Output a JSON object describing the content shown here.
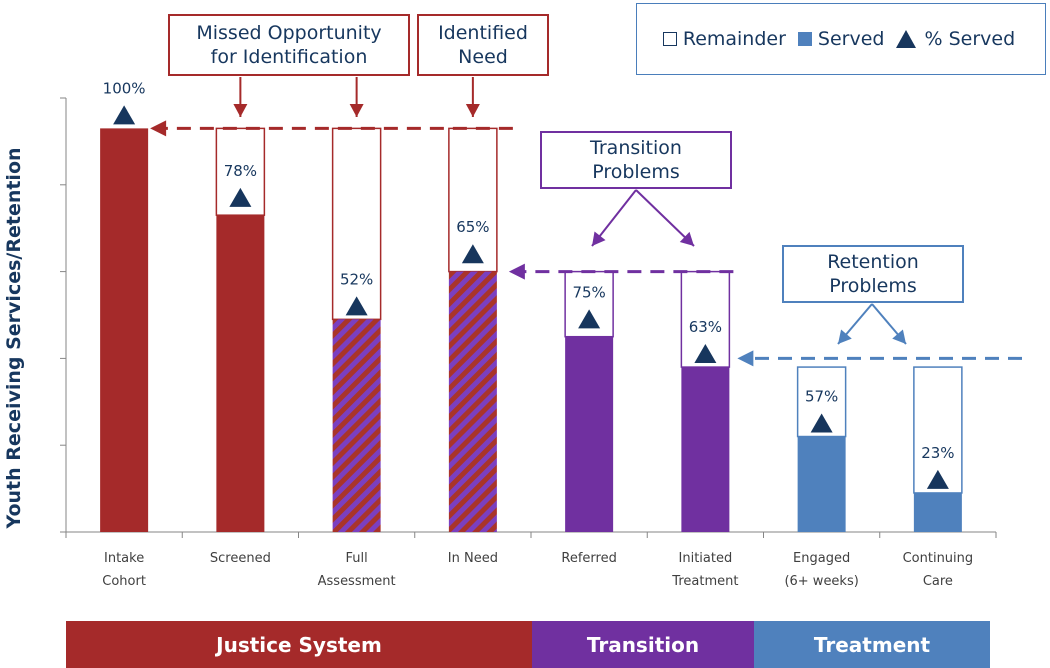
{
  "chart_data": {
    "type": "bar",
    "ylabel": "Youth Receiving Services/Retention",
    "ylim": [
      0,
      100
    ],
    "grid": false,
    "legend_position": "top-right",
    "categories": [
      "Intake\nCohort",
      "Screened",
      "Full\nAssessment",
      "In Need",
      "Referred",
      "Initiated\nTreatment",
      "Engaged\n(6+ weeks)",
      "Continuing\nCare"
    ],
    "series": [
      {
        "name": "Served",
        "values": [
          93,
          73,
          49,
          60,
          45,
          38,
          22,
          9
        ]
      },
      {
        "name": "Remainder",
        "values": [
          0,
          20,
          44,
          33,
          15,
          22,
          16,
          29
        ]
      }
    ],
    "pct_served_labels": [
      "100%",
      "78%",
      "52%",
      "65%",
      "75%",
      "63%",
      "57%",
      "23%"
    ],
    "pct_marker_values": [
      96,
      77,
      52,
      64,
      49,
      41,
      25,
      12
    ],
    "bar_styles": [
      "red",
      "red",
      "red-hatch",
      "red-hatch",
      "purple",
      "purple",
      "blue",
      "blue"
    ],
    "colors": {
      "red": "#a52a2a",
      "purple": "#7030a0",
      "blue": "#4f81bd",
      "marker": "#17365d",
      "text": "#17375e"
    },
    "legend": {
      "remainder": "Remainder",
      "served": "Served",
      "pct_served": "% Served"
    },
    "callouts": {
      "missed": [
        "Missed Opportunity",
        "for Identification"
      ],
      "identified": [
        "Identified",
        "Need"
      ],
      "transition": [
        "Transition",
        "Problems"
      ],
      "retention": [
        "Retention",
        "Problems"
      ]
    },
    "bands": [
      {
        "label": "Justice System",
        "color": "#a52a2a"
      },
      {
        "label": "Transition",
        "color": "#7030a0"
      },
      {
        "label": "Treatment",
        "color": "#4f81bd"
      }
    ],
    "reference_lines": [
      {
        "value": 93,
        "color": "#a52a2a"
      },
      {
        "value": 60,
        "color": "#7030a0"
      },
      {
        "value": 40,
        "color": "#4f81bd"
      }
    ]
  }
}
